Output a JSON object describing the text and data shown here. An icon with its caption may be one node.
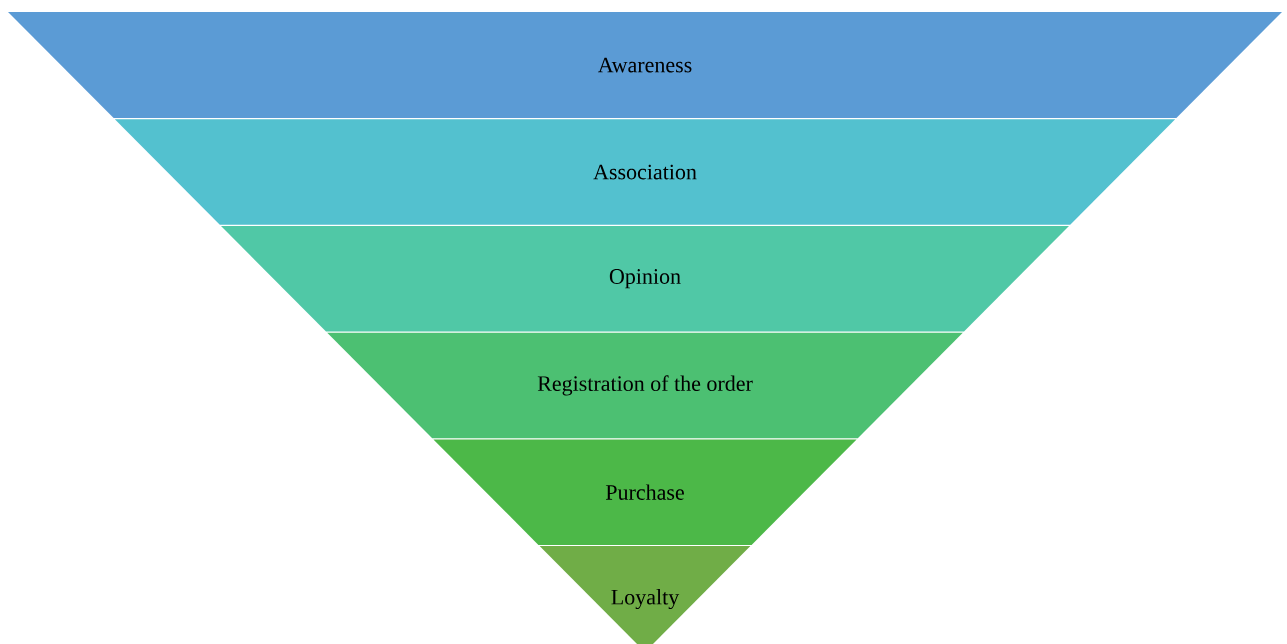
{
  "diagram": {
    "nodes": [
      {
        "text": [
          "Awareness"
        ]
      },
      {
        "text": [
          "Association"
        ]
      },
      {
        "text": [
          "Opinion"
        ]
      },
      {
        "text": [
          "Registration of the order"
        ]
      },
      {
        "text": [
          "Purchase"
        ]
      },
      {
        "text": [
          "Loyalty"
        ]
      }
    ]
  }
}
